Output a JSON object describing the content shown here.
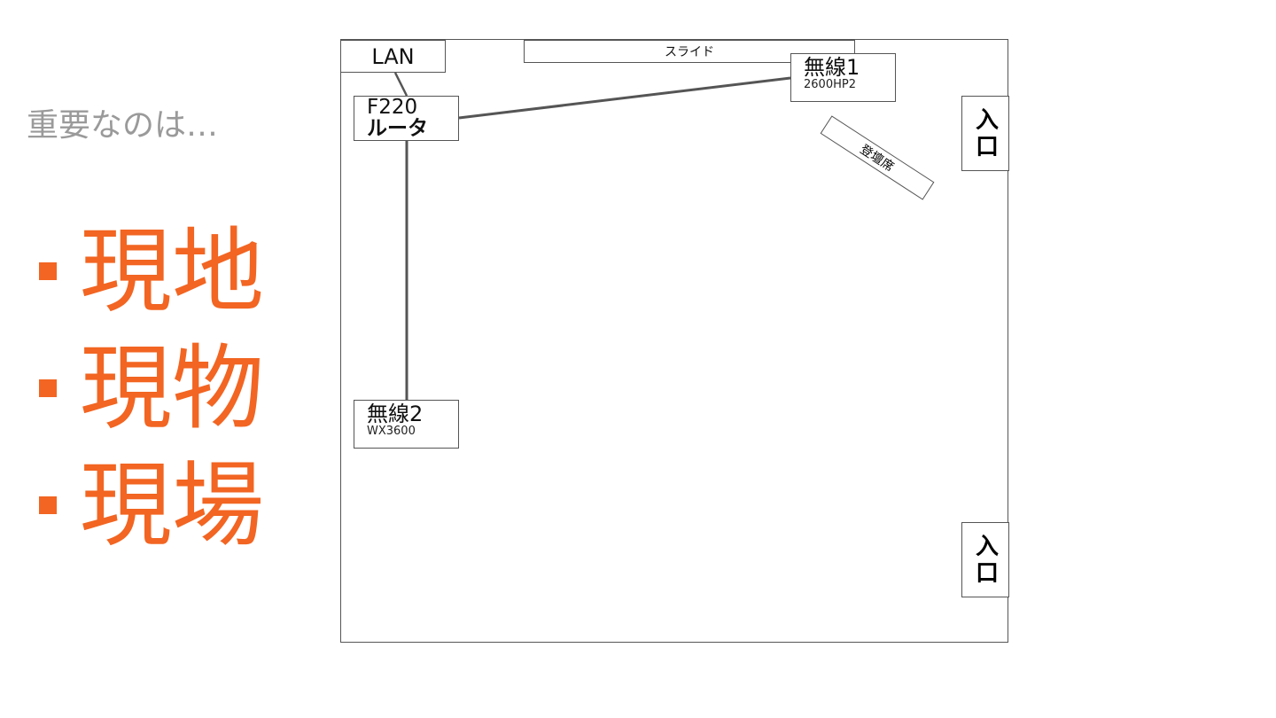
{
  "intro": "重要なのは…",
  "bullets": [
    "現地",
    "現物",
    "現場"
  ],
  "colors": {
    "accent": "#f26522",
    "intro_text": "#9a9a9a",
    "diagram_line": "#555555"
  },
  "diagram": {
    "lan": "LAN",
    "slide": "スライド",
    "router": {
      "model": "F220",
      "name": "ルータ"
    },
    "ap1": {
      "name": "無線1",
      "model": "2600HP2"
    },
    "ap2": {
      "name": "無線2",
      "model": "WX3600"
    },
    "entrance_top": "入口",
    "entrance_bottom": "入口",
    "desk": "登壇席"
  }
}
